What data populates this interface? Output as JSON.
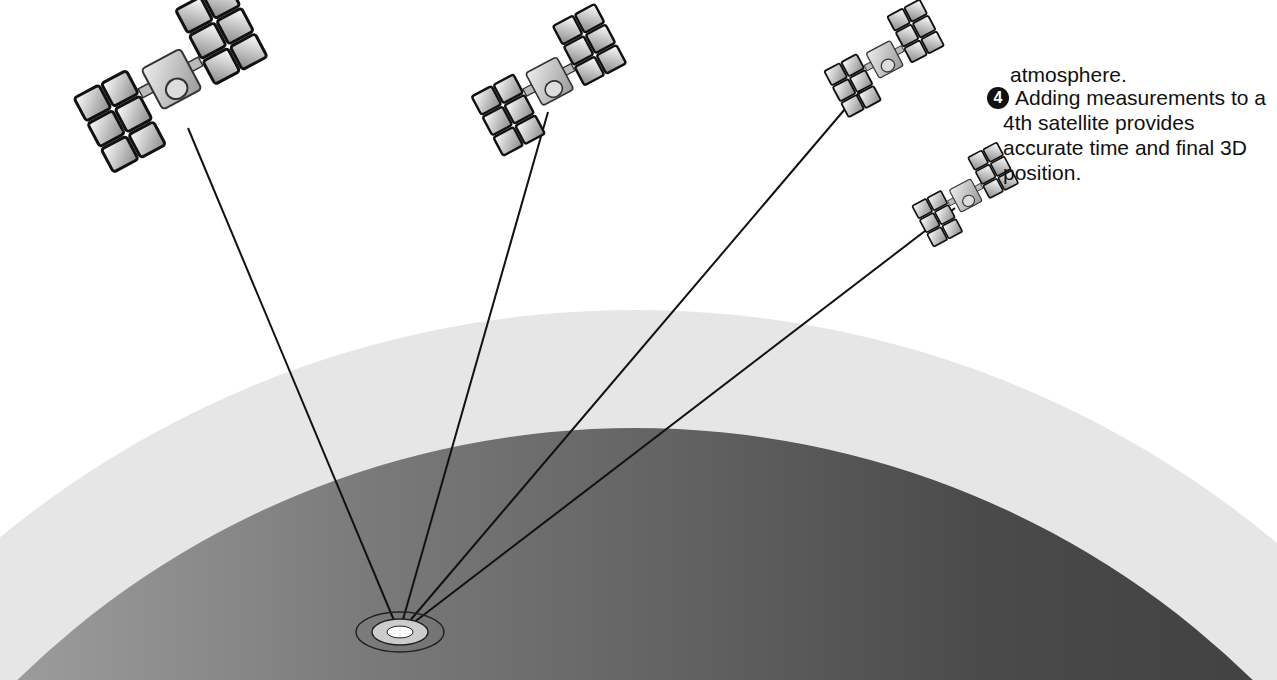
{
  "diagram": {
    "labels": [
      "atmosphere.",
      "4",
      "Adding measurements to a 4th satellite provides accurate time and final 3D position."
    ]
  }
}
